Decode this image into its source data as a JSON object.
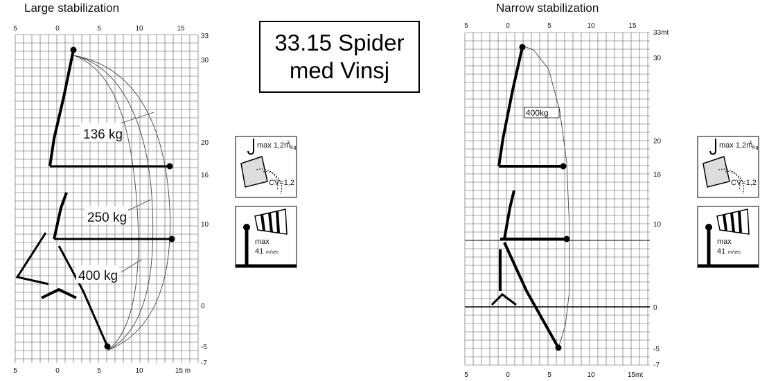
{
  "product": {
    "line1": "33.15 Spider",
    "line2": "med Vinsj"
  },
  "left_diagram": {
    "title": "Large stabilization",
    "top_x_ticks": [
      "5",
      "0",
      "5",
      "10",
      "15"
    ],
    "bottom_x_ticks": [
      "5",
      "0",
      "5",
      "10",
      "15 m"
    ],
    "y_ticks": [
      "33",
      "30",
      "20",
      "16",
      "10",
      "0",
      "-5",
      "-7"
    ],
    "load_labels": [
      "136 kg",
      "250 kg",
      "400 kg"
    ]
  },
  "right_diagram": {
    "title": "Narrow stabilization",
    "top_x_ticks": [
      "5",
      "0",
      "5",
      "10",
      "15"
    ],
    "bottom_x_ticks": [
      "5",
      "0",
      "5",
      "10",
      "15mt"
    ],
    "y_ticks": [
      "33mt",
      "30",
      "20",
      "16",
      "10",
      "0",
      "-5",
      "-7"
    ],
    "load_label": "400kg"
  },
  "winch_icon": {
    "max_load": "max 1,2m",
    "superscript": "3",
    "unit_sub": "Kg",
    "cv": "CV=1,2"
  },
  "wind_icon": {
    "label": "max",
    "value": "41",
    "unit": "m/sec"
  }
}
